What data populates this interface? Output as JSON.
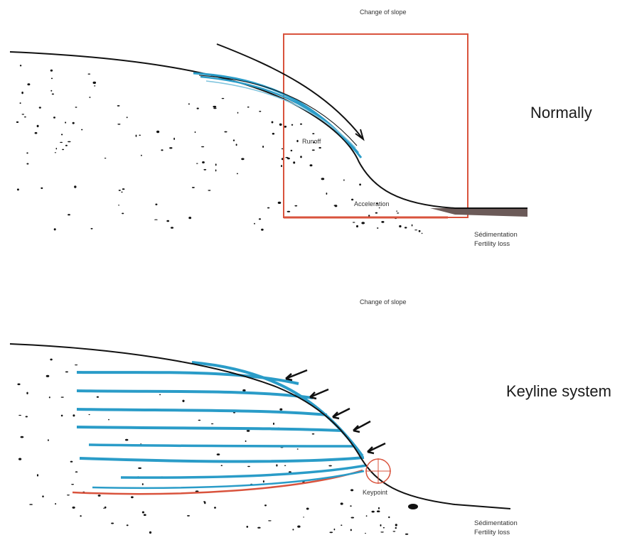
{
  "top_panel": {
    "slope_label": "Change of slope",
    "title": "Normally",
    "runoff_label": "Runoff",
    "acceleration_label": "Acceleration",
    "consequence_1": "Sédimentation",
    "consequence_2": "Fertility loss"
  },
  "bottom_panel": {
    "slope_label": "Change of slope",
    "title": "Keyline system",
    "keypoint_label": "Keypoint",
    "consequence_1": "Sédimentation",
    "consequence_2": "Fertility loss"
  },
  "colors": {
    "ground": "#111111",
    "water": "#2a9cc8",
    "highlight": "#d9533d",
    "sediment": "#6b5a58"
  }
}
